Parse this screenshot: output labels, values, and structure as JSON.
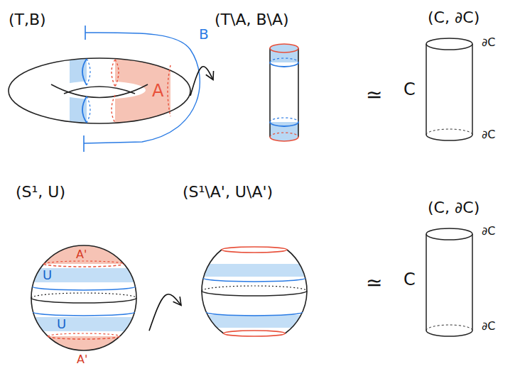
{
  "diagram": {
    "nodes": [
      {
        "text": [
          "(T,B)"
        ]
      },
      {
        "text": [
          "(T\\A, B\\A)"
        ]
      },
      {
        "text": [
          "(C, ∂C)"
        ]
      },
      {
        "text": [
          "(S¹, U)"
        ]
      },
      {
        "text": [
          "(S¹\\A', U\\A')"
        ]
      },
      {
        "text": [
          "(C, ∂C)"
        ]
      }
    ],
    "edges": [
      {
        "from": 0,
        "to": 1,
        "arrow": "to"
      },
      {
        "from": 3,
        "to": 4,
        "arrow": "to"
      }
    ],
    "labels": [
      "B",
      "A",
      "≃",
      "C",
      "∂C",
      "∂C",
      "A'",
      "U",
      "U",
      "A'",
      "≃",
      "C",
      "∂C",
      "∂C"
    ]
  }
}
